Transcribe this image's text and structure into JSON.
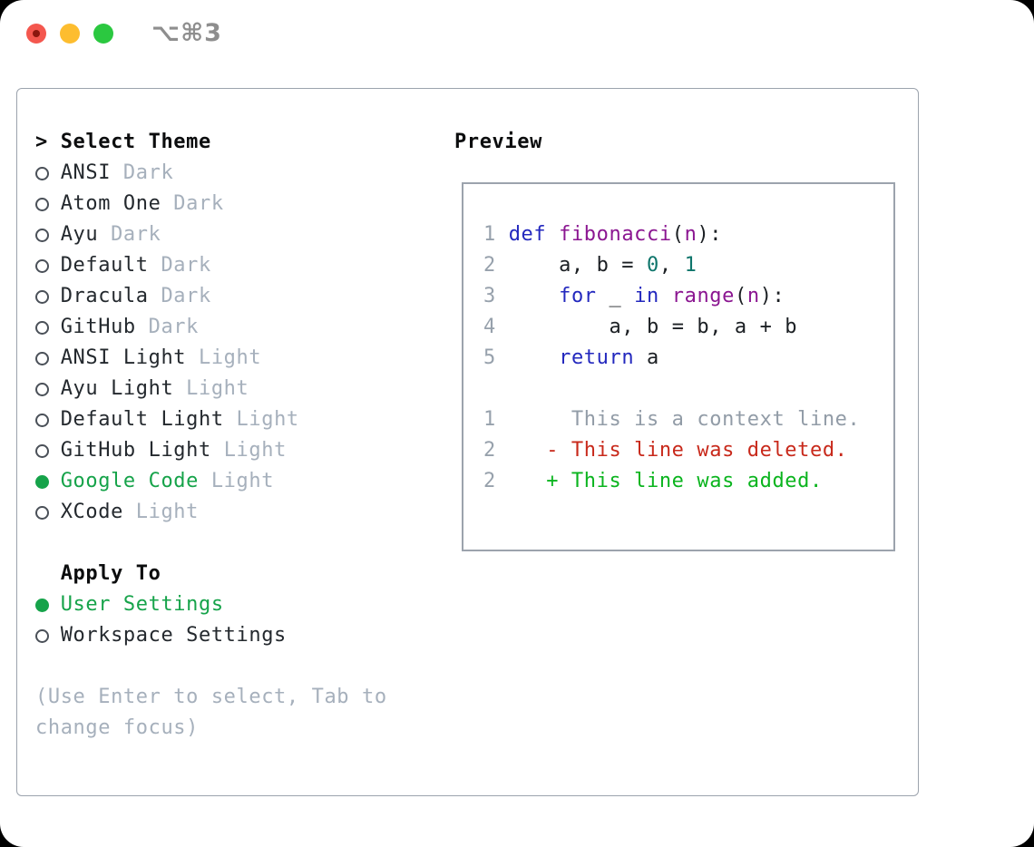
{
  "window": {
    "shortcut": "⌥⌘3",
    "traffic_lights": [
      {
        "name": "close",
        "color": "#F4574E"
      },
      {
        "name": "minimize",
        "color": "#FDBD2F"
      },
      {
        "name": "zoom",
        "color": "#2BC840"
      }
    ]
  },
  "theme_picker": {
    "title": "Select Theme",
    "title_marker": ">",
    "themes": [
      {
        "name": "ANSI",
        "variant": "Dark",
        "selected": false
      },
      {
        "name": "Atom One",
        "variant": "Dark",
        "selected": false
      },
      {
        "name": "Ayu",
        "variant": "Dark",
        "selected": false
      },
      {
        "name": "Default",
        "variant": "Dark",
        "selected": false
      },
      {
        "name": "Dracula",
        "variant": "Dark",
        "selected": false
      },
      {
        "name": "GitHub",
        "variant": "Dark",
        "selected": false
      },
      {
        "name": "ANSI Light",
        "variant": "Light",
        "selected": false
      },
      {
        "name": "Ayu Light",
        "variant": "Light",
        "selected": false
      },
      {
        "name": "Default Light",
        "variant": "Light",
        "selected": false
      },
      {
        "name": "GitHub Light",
        "variant": "Light",
        "selected": false
      },
      {
        "name": "Google Code",
        "variant": "Light",
        "selected": true
      },
      {
        "name": "XCode",
        "variant": "Light",
        "selected": false
      }
    ],
    "apply_to": {
      "title": "Apply To",
      "options": [
        {
          "label": "User Settings",
          "selected": true
        },
        {
          "label": "Workspace Settings",
          "selected": false
        }
      ]
    },
    "help_lines": [
      "(Use Enter to select, Tab to",
      "change focus)"
    ]
  },
  "preview": {
    "title": "Preview",
    "code_lines": [
      {
        "num": "1",
        "tokens": [
          {
            "t": "def",
            "c": "kw"
          },
          {
            "t": " ",
            "c": "pl"
          },
          {
            "t": "fibonacci",
            "c": "fn"
          },
          {
            "t": "(",
            "c": "pl"
          },
          {
            "t": "n",
            "c": "fn"
          },
          {
            "t": "):",
            "c": "pl"
          }
        ]
      },
      {
        "num": "2",
        "tokens": [
          {
            "t": "    a, b = ",
            "c": "pl"
          },
          {
            "t": "0",
            "c": "lit"
          },
          {
            "t": ", ",
            "c": "pl"
          },
          {
            "t": "1",
            "c": "lit"
          }
        ]
      },
      {
        "num": "3",
        "tokens": [
          {
            "t": "    ",
            "c": "pl"
          },
          {
            "t": "for",
            "c": "kw"
          },
          {
            "t": " _ ",
            "c": "pl"
          },
          {
            "t": "in",
            "c": "kw"
          },
          {
            "t": " ",
            "c": "pl"
          },
          {
            "t": "range",
            "c": "fn"
          },
          {
            "t": "(",
            "c": "pl"
          },
          {
            "t": "n",
            "c": "fn"
          },
          {
            "t": "):",
            "c": "pl"
          }
        ]
      },
      {
        "num": "4",
        "tokens": [
          {
            "t": "        a, b = b, a + b",
            "c": "pl"
          }
        ]
      },
      {
        "num": "5",
        "tokens": [
          {
            "t": "    ",
            "c": "pl"
          },
          {
            "t": "return",
            "c": "kw"
          },
          {
            "t": " a",
            "c": "pl"
          }
        ]
      }
    ],
    "diff_lines": [
      {
        "num": "1",
        "marker": "  ",
        "text": "This is a context line.",
        "type": "context"
      },
      {
        "num": "2",
        "marker": "- ",
        "text": "This line was deleted.",
        "type": "deleted"
      },
      {
        "num": "2",
        "marker": "+ ",
        "text": "This line was added.",
        "type": "added"
      }
    ]
  },
  "colors": {
    "selection_green": "#16A34A",
    "keyword_blue": "#2328BE",
    "function_purple": "#8B1691",
    "literal_teal": "#0E756B",
    "diff_deleted_red": "#C8291B",
    "diff_added_green": "#0AB41E",
    "muted_gray": "#A6B0BC",
    "border_gray": "#9CA3AD"
  }
}
